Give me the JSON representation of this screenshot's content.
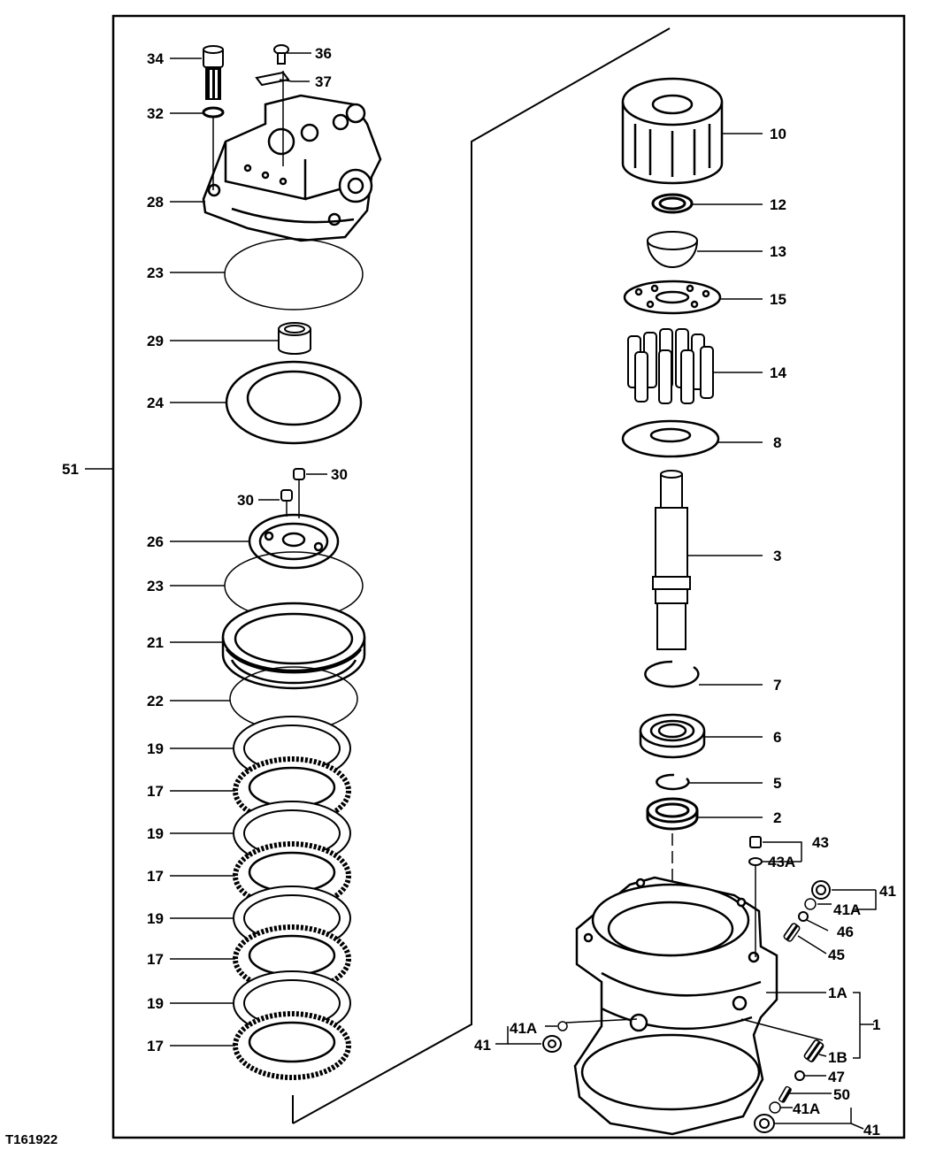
{
  "figure_id": "T161922",
  "callouts": {
    "c34": "34",
    "c36": "36",
    "c37": "37",
    "c32": "32",
    "c28": "28",
    "c23a": "23",
    "c29": "29",
    "c24": "24",
    "c51": "51",
    "c30a": "30",
    "c30b": "30",
    "c26": "26",
    "c23b": "23",
    "c21": "21",
    "c22": "22",
    "c19a": "19",
    "c17a": "17",
    "c19b": "19",
    "c17b": "17",
    "c19c": "19",
    "c17c": "17",
    "c19d": "19",
    "c17d": "17",
    "c10": "10",
    "c12": "12",
    "c13": "13",
    "c15": "15",
    "c14": "14",
    "c8": "8",
    "c3": "3",
    "c7": "7",
    "c6": "6",
    "c5": "5",
    "c2": "2",
    "c43": "43",
    "c43A": "43A",
    "c41a": "41",
    "c41Aa": "41A",
    "c46": "46",
    "c45": "45",
    "c1A": "1A",
    "c1": "1",
    "c41Ab": "41A",
    "c41b": "41",
    "c1B": "1B",
    "c47": "47",
    "c50": "50",
    "c41Ac": "41A",
    "c41c": "41"
  }
}
